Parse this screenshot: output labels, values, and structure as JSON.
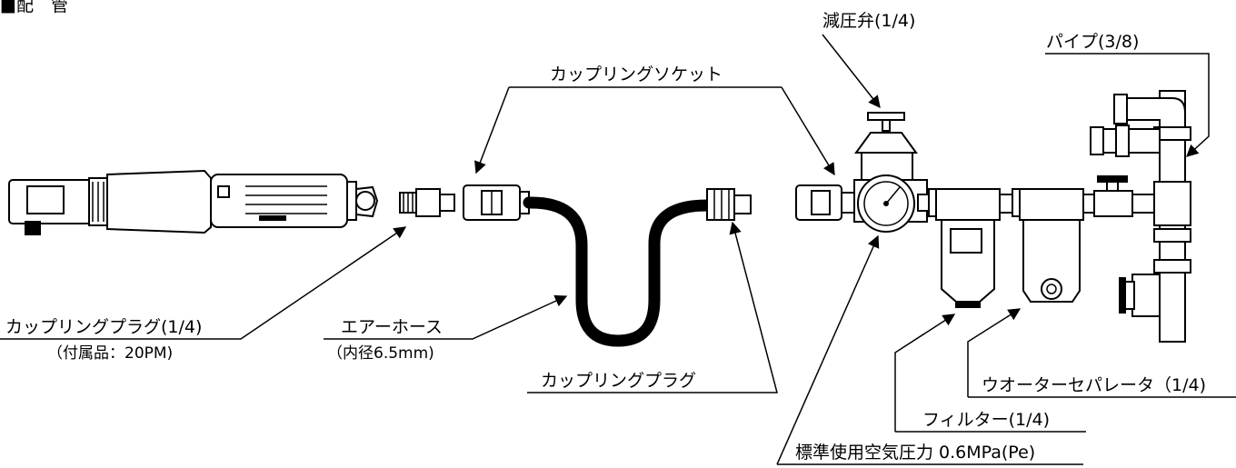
{
  "header": {
    "partial": "■配　管"
  },
  "labels": {
    "regulator": "減圧弁(1/4)",
    "pipe": "パイプ(3/8)",
    "socket": "カップリングソケット",
    "plug_tool": "カップリングプラグ(1/4)",
    "plug_tool_note": "（付属品：20PM)",
    "air_hose": "エアーホース",
    "air_hose_note": "（内径6.5mm)",
    "plug": "カップリングプラグ",
    "separator": "ウオーターセパレータ（1/4)",
    "filter": "フィルター(1/4)",
    "pressure": "標準使用空気圧力 0.6MPa(Pe)"
  },
  "colors": {
    "line": "#000000",
    "background": "#ffffff"
  }
}
